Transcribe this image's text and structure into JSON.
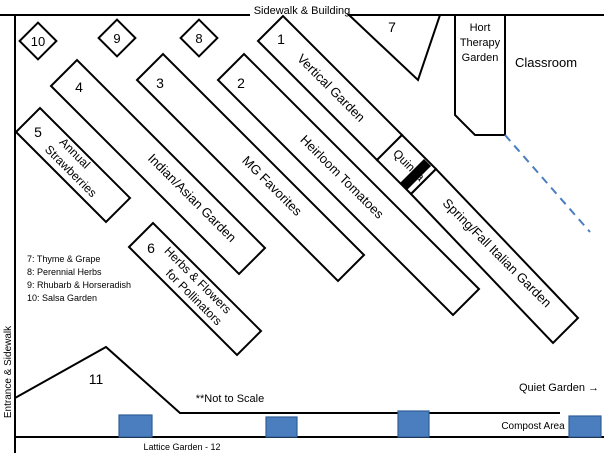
{
  "labels": {
    "top_boundary": "Sidewalk & Building",
    "bottom_boundary": "Lattice Garden - 12",
    "left_boundary": "Entrance & Sidewalk",
    "classroom": "Classroom",
    "hort_therapy": [
      "Hort",
      "Therapy",
      "Garden"
    ],
    "quiet_garden": "Quiet Garden →",
    "compost_area": "Compost Area",
    "not_to_scale": "**Not to Scale",
    "quinoa": "Quinoa"
  },
  "legend": [
    "7: Thyme & Grape",
    "8: Perennial Herbs",
    "9: Rhubarb & Horseradish",
    "10: Salsa Garden"
  ],
  "beds": [
    {
      "number": "1",
      "name": "Vertical Garden"
    },
    {
      "number": "2",
      "name": "Heirloom Tomatoes"
    },
    {
      "number": "3",
      "name": "MG Favorites"
    },
    {
      "number": "4",
      "name": "Indian/Asian Garden"
    },
    {
      "number": "5",
      "name_lines": [
        "Annual",
        "Strawberries"
      ]
    },
    {
      "number": "6",
      "name_lines": [
        "Herbs & Flowers",
        "for Pollinators"
      ]
    },
    {
      "number": "7"
    },
    {
      "number": "8"
    },
    {
      "number": "9"
    },
    {
      "number": "10"
    },
    {
      "number": "11"
    }
  ],
  "spring_fall": "Spring/Fall Italian  Garden",
  "colors": {
    "blue_box": "#4a7ebf",
    "dashed_line": "#4a7ebf"
  }
}
